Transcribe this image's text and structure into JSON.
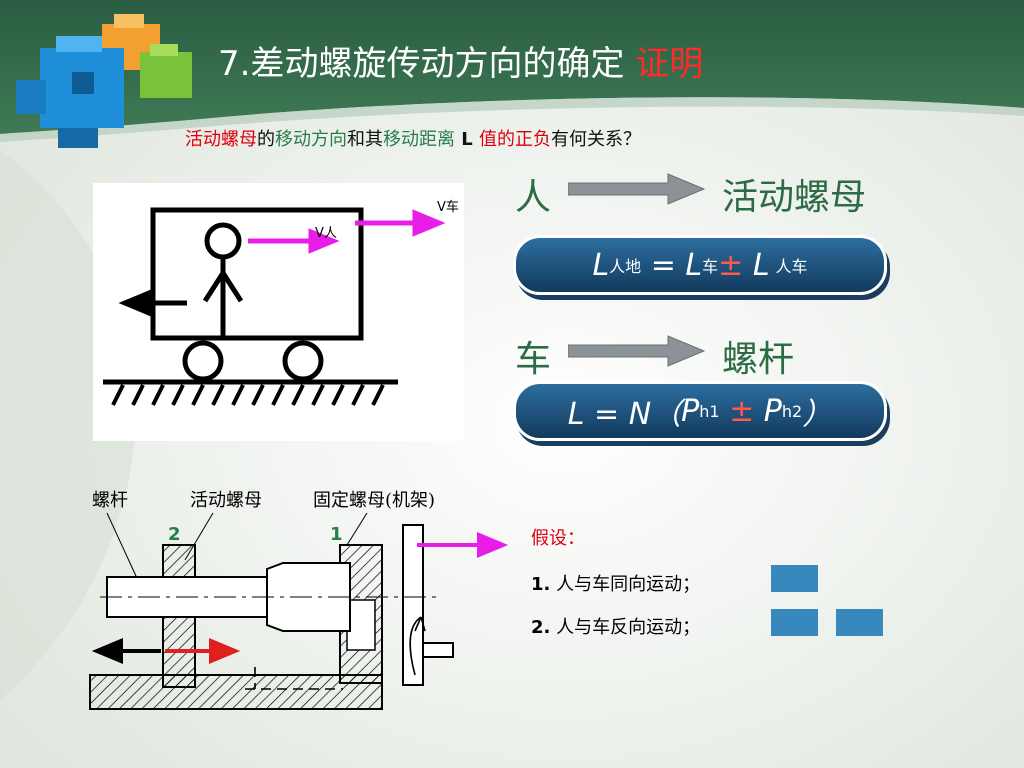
{
  "title": {
    "main": "7.差动螺旋传动方向的确定",
    "accent": "证明"
  },
  "question": {
    "p1": "活动螺母",
    "p2": "的",
    "p3": "移动方向",
    "p4": "和其",
    "p5": "移动距离",
    "p6": " L ",
    "p7": "值的正负",
    "p8": "有何关系？"
  },
  "mapping1": {
    "left": "人",
    "right": "活动螺母"
  },
  "formula1": {
    "L1": "L",
    "s1": "人地",
    "eq": " = ",
    "L2": "L",
    "s2": "车",
    "pm": "±",
    "L3": " L",
    "s3": "人车"
  },
  "mapping2": {
    "left": "车",
    "right": "螺杆"
  },
  "formula2": {
    "pre": "L = N（",
    "P1": "P",
    "s1": "h1",
    "pm": " ± ",
    "P2": "P",
    "s2": "h2",
    "post": "）"
  },
  "cart": {
    "v_car": "V车",
    "v_person": "V人"
  },
  "mech": {
    "screw": "螺杆",
    "nut": "活动螺母",
    "fixed": "固定螺母(机架)",
    "n2": "2",
    "n1": "1"
  },
  "assume": {
    "title": "假设：",
    "item1_num": "1.",
    "item1": " 人与车同向运动；",
    "item2_num": "2.",
    "item2": " 人与车反向运动；"
  },
  "colors": {
    "accent": "#ff2a2a",
    "swatch": "#3788bd",
    "formula_bg": "#1f5680",
    "arrow_magenta": "#e81ee8"
  }
}
